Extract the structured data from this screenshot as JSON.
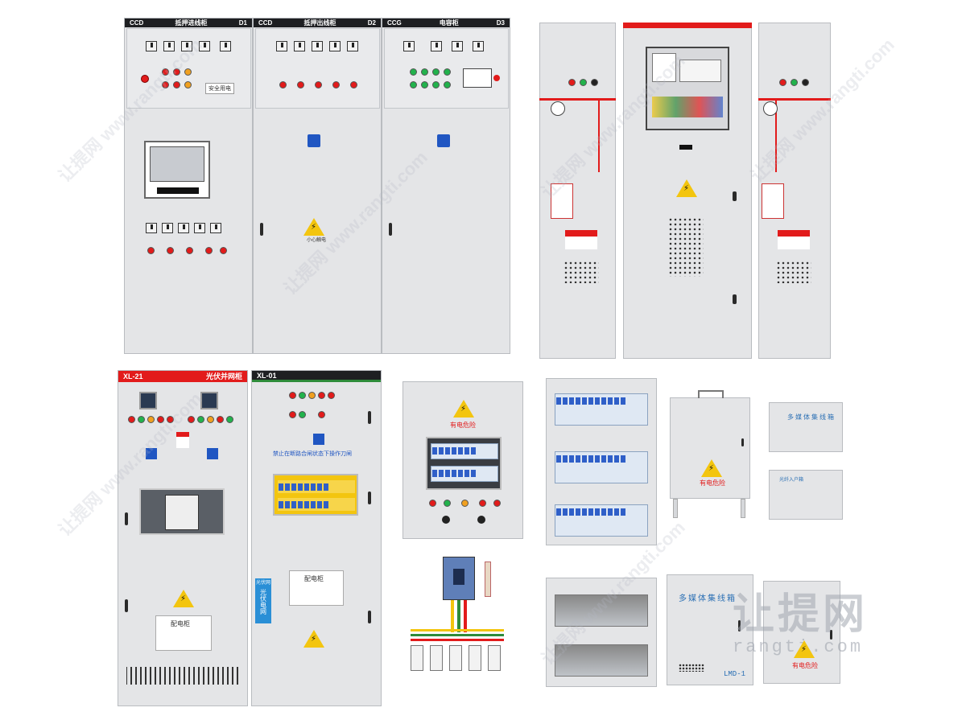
{
  "colors": {
    "accent_red": "#e21b1b",
    "cabinet_gray": "#e4e5e7",
    "header_black": "#1e1f22",
    "header_green": "#2e8b3a",
    "breaker_blue": "#2f5fc8",
    "warning_yellow": "#f3c50f"
  },
  "cabinets_top": [
    {
      "code": "CCD",
      "name": "抵押进线柜",
      "id": "D1"
    },
    {
      "code": "CCD",
      "name": "抵押出线柜",
      "id": "D2"
    },
    {
      "code": "CCG",
      "name": "电容柜",
      "id": "D3"
    }
  ],
  "labels": {
    "safety_note": "安全用电",
    "careful": "小心触电",
    "xl21": "XL-21",
    "pv_cabinet": "光伏并网柜",
    "xl01": "XL-01",
    "forbid_note": "禁止在断路合闸状态下操作刀闸",
    "distribution": "配电柜",
    "danger_live": "有电危险",
    "pv_tag": "光伏网",
    "pv_vertical": "光伏电网",
    "multimedia_box": "多媒体集线箱",
    "lmd": "LMD-1",
    "multimedia_small": "多媒体集线箱",
    "multimedia_small2": "光纤入户箱"
  },
  "watermark": {
    "logo_text": "让提网",
    "domain": "rangti.com",
    "diag": "让提网 www.rangti.com"
  },
  "icons": [
    "warning-triangle-icon",
    "selector-switch-icon",
    "indicator-lamp-icon",
    "door-handle-icon",
    "circuit-breaker-icon",
    "vent-grille-icon"
  ]
}
